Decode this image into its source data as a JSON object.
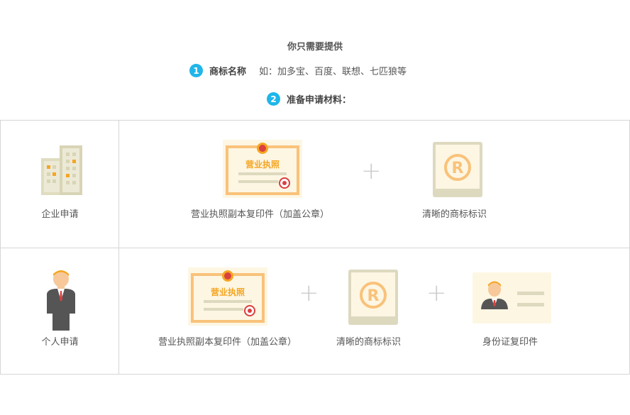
{
  "heading": "你只需要提供",
  "step1": {
    "num": "1",
    "label": "商标名称",
    "example": "如：加多宝、百度、联想、七匹狼等"
  },
  "step2": {
    "num": "2",
    "label": "准备申请材料："
  },
  "enterprise": {
    "label": "企业申请",
    "license_caption": "营业执照副本复印件（加盖公章）",
    "license_card_text": "营业执照",
    "trademark_caption": "清晰的商标标识"
  },
  "personal": {
    "label": "个人申请",
    "license_caption": "营业执照副本复印件（加盖公章）",
    "license_card_text": "营业执照",
    "trademark_caption": "清晰的商标标识",
    "id_caption": "身份证复印件"
  },
  "plus_symbol": "+",
  "colors": {
    "accent": "#1fb6ea",
    "certificate_frame": "#f9c27a",
    "certificate_bg": "#fdf6e3",
    "certificate_text": "#f5a623",
    "seal_red": "#d94040",
    "trademark_frame": "#ddd9bf",
    "trademark_r": "#f9c27a",
    "building": "#ddd9bf",
    "border": "#d6d6d6"
  },
  "icons": [
    "building-icon",
    "person-suit-icon",
    "certificate-icon",
    "trademark-icon",
    "id-card-icon"
  ]
}
